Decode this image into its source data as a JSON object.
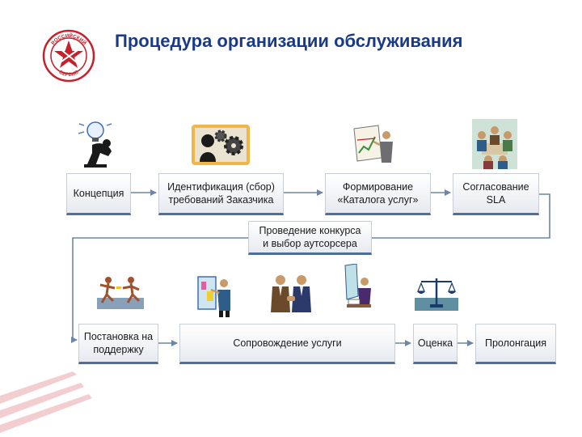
{
  "header": {
    "title": "Процедура организации обслуживания"
  },
  "logo": {
    "name": "star-seal-logo",
    "top_text": "РОССИЙСКИЙ",
    "bottom_text": "СЕРВИС",
    "color": "#c8202a"
  },
  "colors": {
    "title": "#1a3a86",
    "arrow": "#6b86a8",
    "box_border": "#4f6f94",
    "accent_red": "#c8202a"
  },
  "process": {
    "row1": [
      {
        "id": "concept",
        "label": "Концепция"
      },
      {
        "id": "requirements",
        "label": "Идентификация (сбор)\nтребований Заказчика"
      },
      {
        "id": "catalog",
        "label": "Формирование\n«Каталога услуг»"
      },
      {
        "id": "sla",
        "label": "Согласование\nSLA"
      }
    ],
    "middle": {
      "id": "tender",
      "label": "Проведение конкурса\nи выбор аутсорсера"
    },
    "row2": [
      {
        "id": "support",
        "label": "Постановка на\nподдержку"
      },
      {
        "id": "maintenance",
        "label": "Сопровождение услуги"
      },
      {
        "id": "assessment",
        "label": "Оценка"
      },
      {
        "id": "prolongation",
        "label": "Пролонгация"
      }
    ]
  },
  "illustrations": [
    "idea-person-icon",
    "gears-people-icon",
    "presentation-icon",
    "meeting-icon",
    "relay-runners-icon",
    "painter-icon",
    "handshake-icon",
    "writer-icon",
    "scales-icon"
  ]
}
